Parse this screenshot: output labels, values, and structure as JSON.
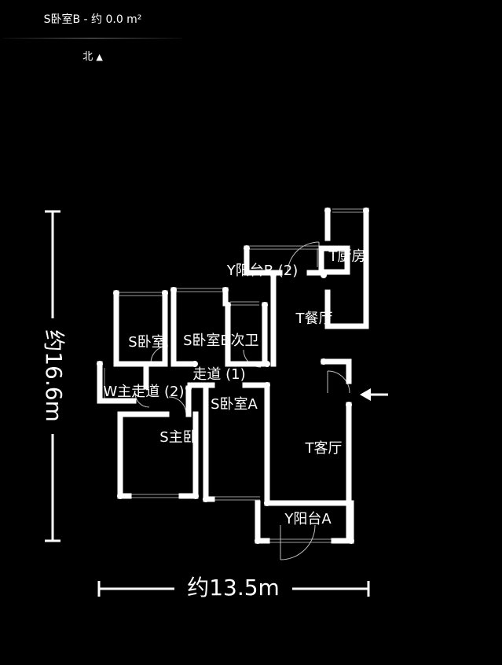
{
  "header": {
    "room_title": "S卧室B - 约 0.0 m²",
    "north_label": "北",
    "north_icon": "triangle-up-icon"
  },
  "dimensions": {
    "height_label": "约16.6m",
    "width_label": "约13.5m"
  },
  "rooms": {
    "kitchen": "T厨房",
    "balcony_b": "Y阳台B (2)",
    "dining": "T餐厅",
    "bedroom_c": "S卧室",
    "bedroom_b": "S卧室B",
    "bathroom": "T次卫",
    "corridor_1": "走道 (1)",
    "corridor_2": "W主走道 (2)",
    "bedroom_a": "S卧室A",
    "master_bedroom": "S主卧",
    "living_room": "T客厅",
    "balcony_a": "Y阳台A"
  },
  "colors": {
    "background": "#000000",
    "wall": "#ffffff"
  },
  "icons": {
    "entrance": "entrance-arrow-icon"
  }
}
